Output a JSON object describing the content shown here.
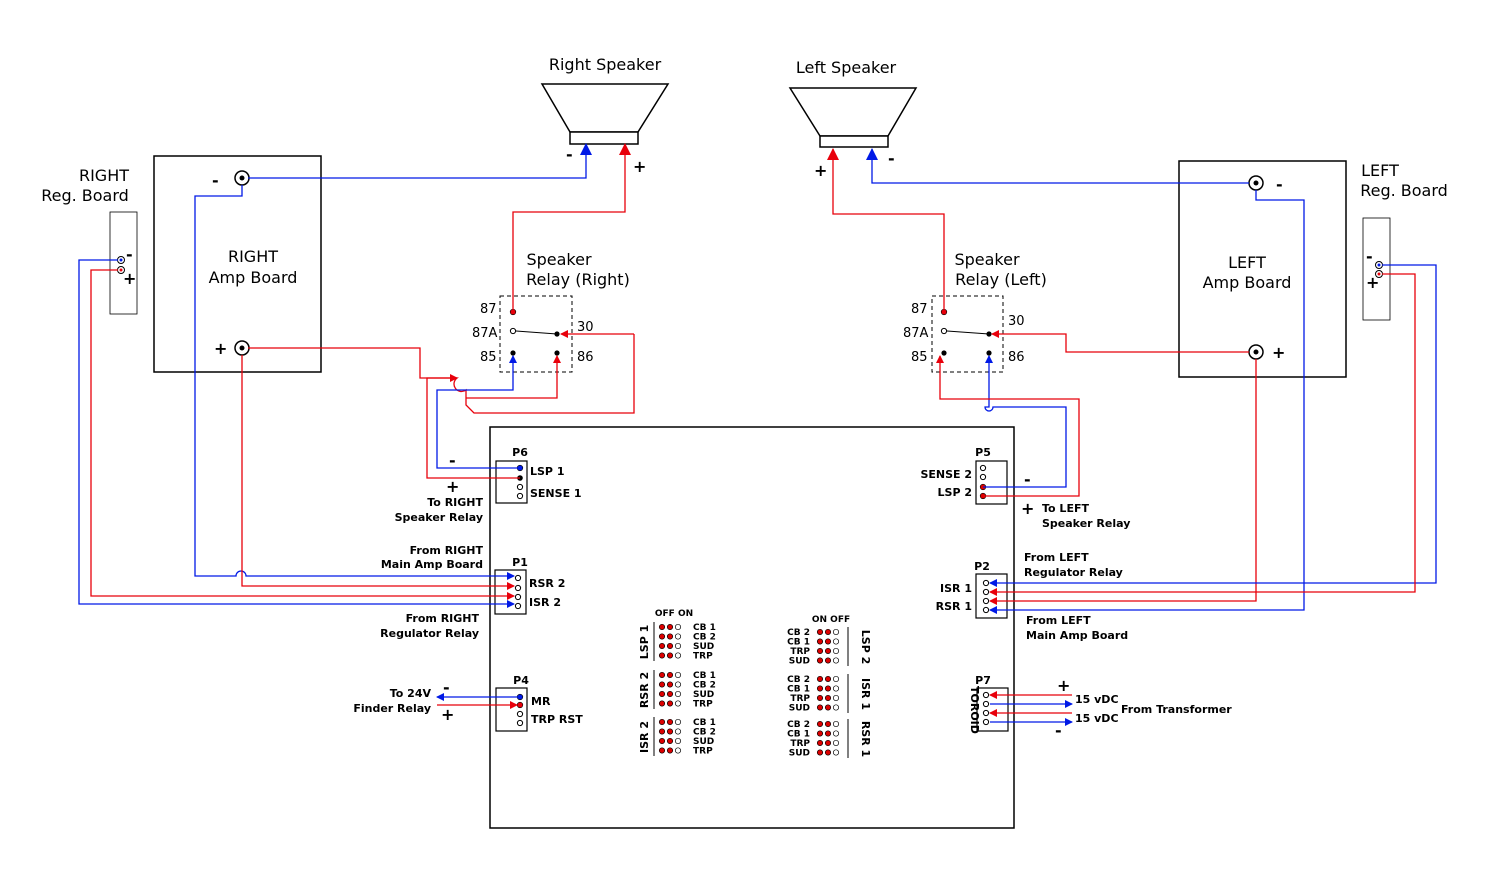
{
  "speakers": {
    "right_title": "Right Speaker",
    "left_title": "Left Speaker",
    "minus": "-",
    "plus": "+"
  },
  "amp_boards": {
    "right_line1": "RIGHT",
    "right_line2": "Amp Board",
    "left_line1": "LEFT",
    "left_line2": "Amp Board"
  },
  "reg_boards": {
    "right_line1": "RIGHT",
    "right_line2": "Reg. Board",
    "left_line1": "LEFT",
    "left_line2": "Reg. Board"
  },
  "relays": {
    "right_line1": "Speaker",
    "right_line2": "Relay (Right)",
    "left_line1": "Speaker",
    "left_line2": "Relay (Left)",
    "pin_87": "87",
    "pin_87a": "87A",
    "pin_85": "85",
    "pin_30": "30",
    "pin_86": "86"
  },
  "connectors": {
    "p6": {
      "name": "P6",
      "pin1": "LSP 1",
      "pin2": "SENSE 1",
      "note1": "To RIGHT",
      "note2": "Speaker Relay"
    },
    "p1": {
      "name": "P1",
      "pin1": "RSR 2",
      "pin2": "ISR 2",
      "above1": "From RIGHT",
      "above2": "Main Amp Board",
      "below1": "From RIGHT",
      "below2": "Regulator Relay"
    },
    "p4": {
      "name": "P4",
      "pin1": "MR",
      "pin2": "TRP RST",
      "note1": "To 24V",
      "note2": "Finder Relay"
    },
    "p5": {
      "name": "P5",
      "pin1": "SENSE 2",
      "pin2": "LSP 2",
      "note1": "To LEFT",
      "note2": "Speaker Relay"
    },
    "p2": {
      "name": "P2",
      "pin1": "ISR 1",
      "pin2": "RSR 1",
      "above1": "From LEFT",
      "above2": "Regulator Relay",
      "below1": "From LEFT",
      "below2": "Main Amp Board"
    },
    "p7": {
      "name": "P7",
      "side": "TOROID",
      "v1": "15 vDC",
      "v2": "15 vDC",
      "source": "From Transformer"
    }
  },
  "dip_left": {
    "header": "OFF ON",
    "blocks": [
      {
        "name": "LSP 1",
        "rows": [
          "CB 1",
          "CB 2",
          "SUD",
          "TRP"
        ]
      },
      {
        "name": "RSR 2",
        "rows": [
          "CB 1",
          "CB 2",
          "SUD",
          "TRP"
        ]
      },
      {
        "name": "ISR 2",
        "rows": [
          "CB 1",
          "CB 2",
          "SUD",
          "TRP"
        ]
      }
    ]
  },
  "dip_right": {
    "header": "ON OFF",
    "blocks": [
      {
        "name": "LSP 2",
        "rows": [
          "CB 2",
          "CB 1",
          "TRP",
          "SUD"
        ]
      },
      {
        "name": "ISR 1",
        "rows": [
          "CB 2",
          "CB 1",
          "TRP",
          "SUD"
        ]
      },
      {
        "name": "RSR 1",
        "rows": [
          "CB 2",
          "CB 1",
          "TRP",
          "SUD"
        ]
      }
    ]
  },
  "colors": {
    "positive_wire": "#e8000b",
    "negative_wire": "#0019e6"
  }
}
